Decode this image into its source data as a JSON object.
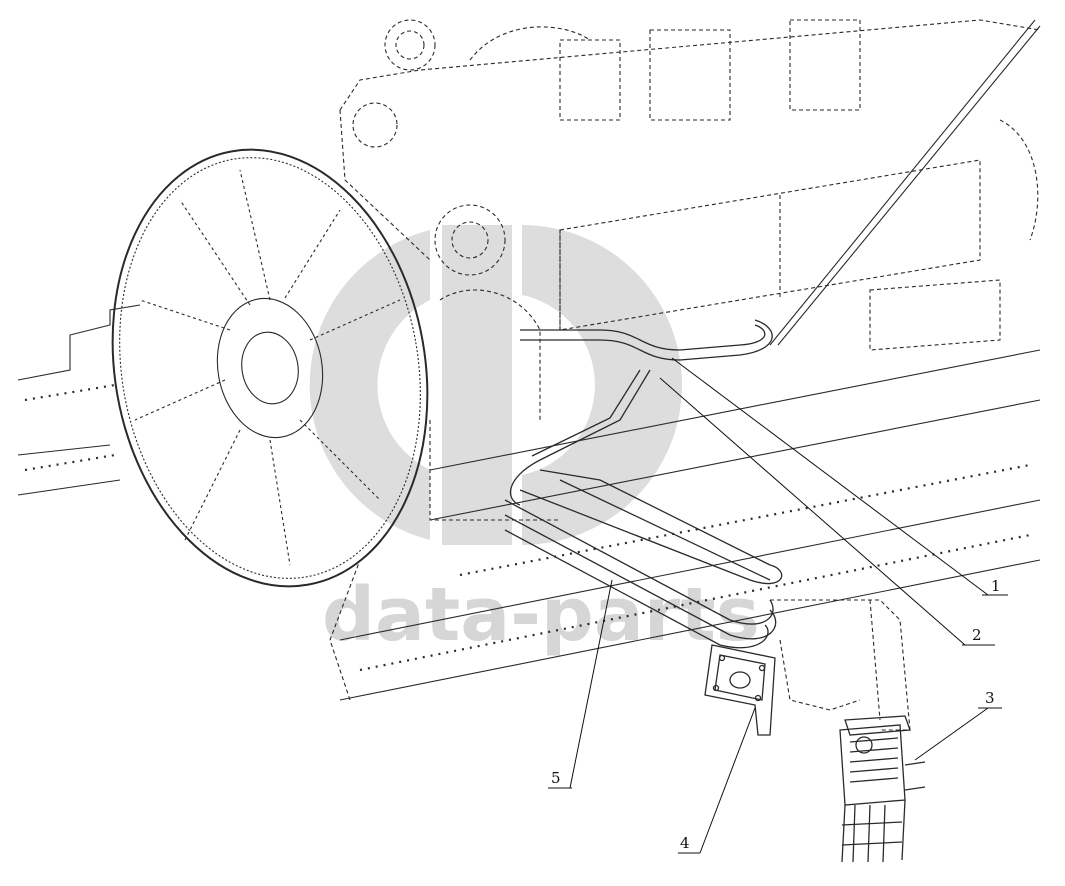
{
  "drawing": {
    "callouts": [
      {
        "id": "1",
        "label": "1"
      },
      {
        "id": "2",
        "label": "2"
      },
      {
        "id": "3",
        "label": "3"
      },
      {
        "id": "4",
        "label": "4"
      },
      {
        "id": "5",
        "label": "5"
      }
    ]
  },
  "watermark": {
    "text": "data-parts",
    "logo_color": "#c9c9c9"
  },
  "colors": {
    "line": "#2a2a2a",
    "background": "#ffffff"
  }
}
